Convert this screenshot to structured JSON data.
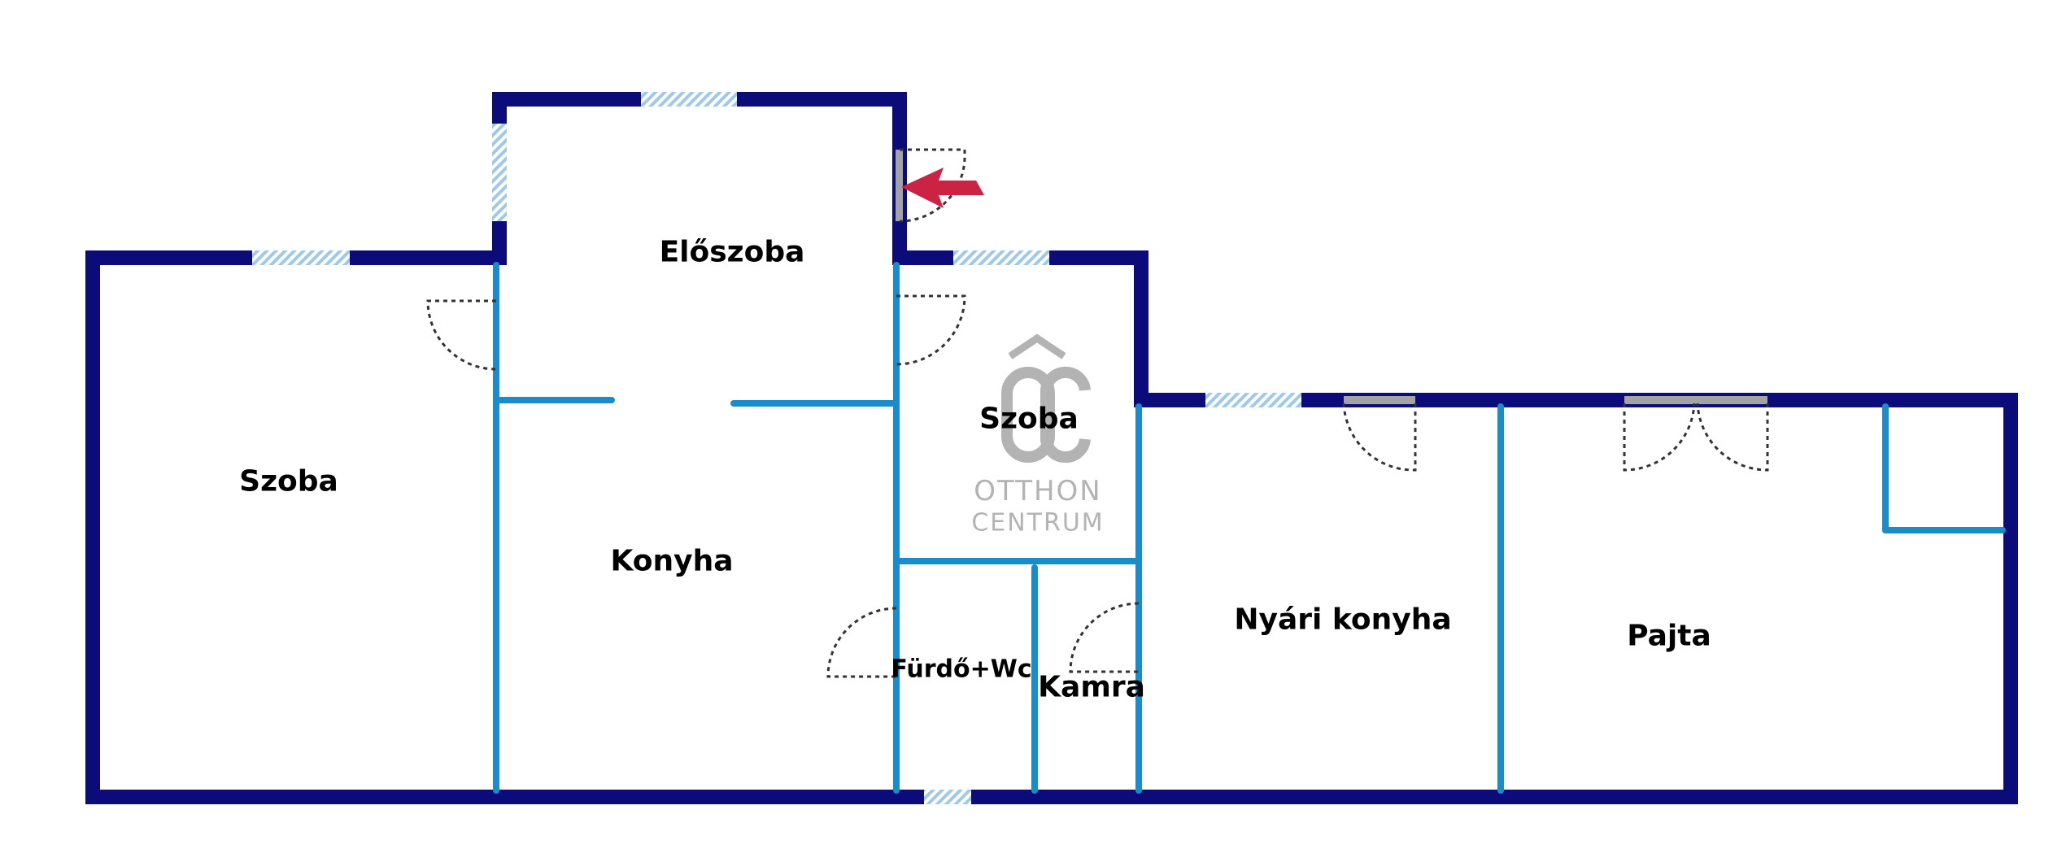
{
  "colors": {
    "outer_wall": "#0b0b7a",
    "inner_wall": "#1a8cc9",
    "window": "#9ec9e8",
    "door_swing": "#333333",
    "entrance_arrow": "#cc2244",
    "logo": "#b3b3b3"
  },
  "rooms": [
    {
      "id": "eloszoba",
      "label": "Előszoba"
    },
    {
      "id": "szoba-left",
      "label": "Szoba"
    },
    {
      "id": "konyha",
      "label": "Konyha"
    },
    {
      "id": "szoba-small",
      "label": "Szoba"
    },
    {
      "id": "furdo-wc",
      "label": "Fürdő+Wc"
    },
    {
      "id": "kamra",
      "label": "Kamra"
    },
    {
      "id": "nyari-konyha",
      "label": "Nyári konyha"
    },
    {
      "id": "pajta",
      "label": "Pajta"
    }
  ],
  "logo": {
    "monogram": "OC",
    "line1": "OTTHON",
    "line2": "CENTRUM"
  },
  "icons": {
    "entrance": "entrance-arrow-icon",
    "logo": "otthon-centrum-logo-icon"
  }
}
